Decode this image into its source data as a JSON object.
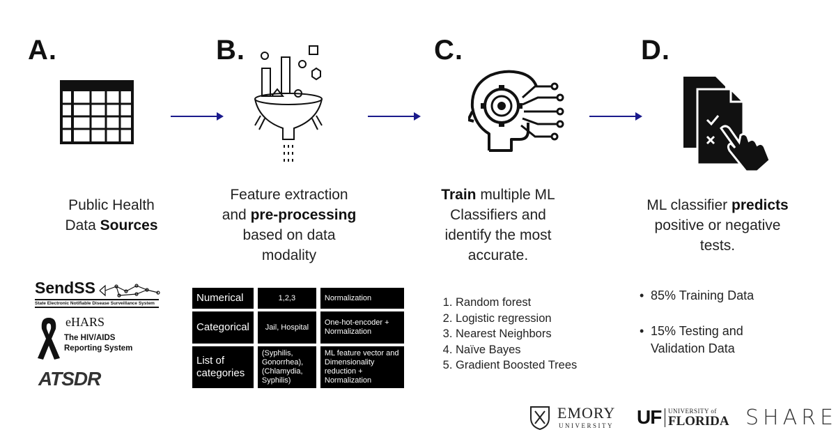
{
  "steps": [
    {
      "letter": "A.",
      "icon": "table-icon",
      "desc": [
        {
          "t": "Public Health"
        },
        {
          "t": "Data ",
          "b": "Sources"
        }
      ]
    },
    {
      "letter": "B.",
      "icon": "funnel-icon",
      "desc": [
        {
          "t": "Feature extraction"
        },
        {
          "t": "and ",
          "b": "pre-processing"
        },
        {
          "t": "based on data"
        },
        {
          "t": "modality"
        }
      ]
    },
    {
      "letter": "C.",
      "icon": "ai-head-gear-icon",
      "desc": [
        {
          "b": "Train",
          "t": " multiple ML"
        },
        {
          "t": "Classifiers and"
        },
        {
          "t": "identify the most"
        },
        {
          "t": "accurate."
        }
      ]
    },
    {
      "letter": "D.",
      "icon": "documents-hand-icon",
      "desc": [
        {
          "t": "ML classifier ",
          "b": "predicts"
        },
        {
          "t": "positive or negative"
        },
        {
          "t": "tests."
        }
      ]
    }
  ],
  "sources": {
    "sendss": {
      "name": "SendSS",
      "subtitle": "State Electronic Notifiable Disease Surveillance System"
    },
    "ehars": {
      "name": "eHARS",
      "line1": "The HIV/AIDS",
      "line2": "Reporting System"
    },
    "atsdr": {
      "name": "ATSDR"
    }
  },
  "modality_table": [
    {
      "type": "Numerical",
      "example": "1,2,3",
      "processing": "Normalization"
    },
    {
      "type": "Categorical",
      "example": "Jail, Hospital",
      "processing": "One-hot-encoder + Normalization"
    },
    {
      "type": "List of categories",
      "example": "(Syphilis, Gonorrhea), (Chlamydia, Syphilis)",
      "processing": "ML feature vector and Dimensionality reduction + Normalization"
    }
  ],
  "classifiers": [
    "Random forest",
    "Logistic regression",
    "Nearest Neighbors",
    "Naïve Bayes",
    "Gradient Boosted Trees"
  ],
  "data_split": [
    "85% Training Data",
    "15% Testing and Validation Data"
  ],
  "logos": {
    "emory_name": "EMORY",
    "emory_sub": "UNIVERSITY",
    "uf_mark": "UF",
    "uf_top": "UNIVERSITY of",
    "uf_bottom": "FLORIDA",
    "share": "SHARE"
  },
  "colors": {
    "arrow": "#1a1a8c",
    "table_bg": "#000000",
    "text": "#222222"
  }
}
